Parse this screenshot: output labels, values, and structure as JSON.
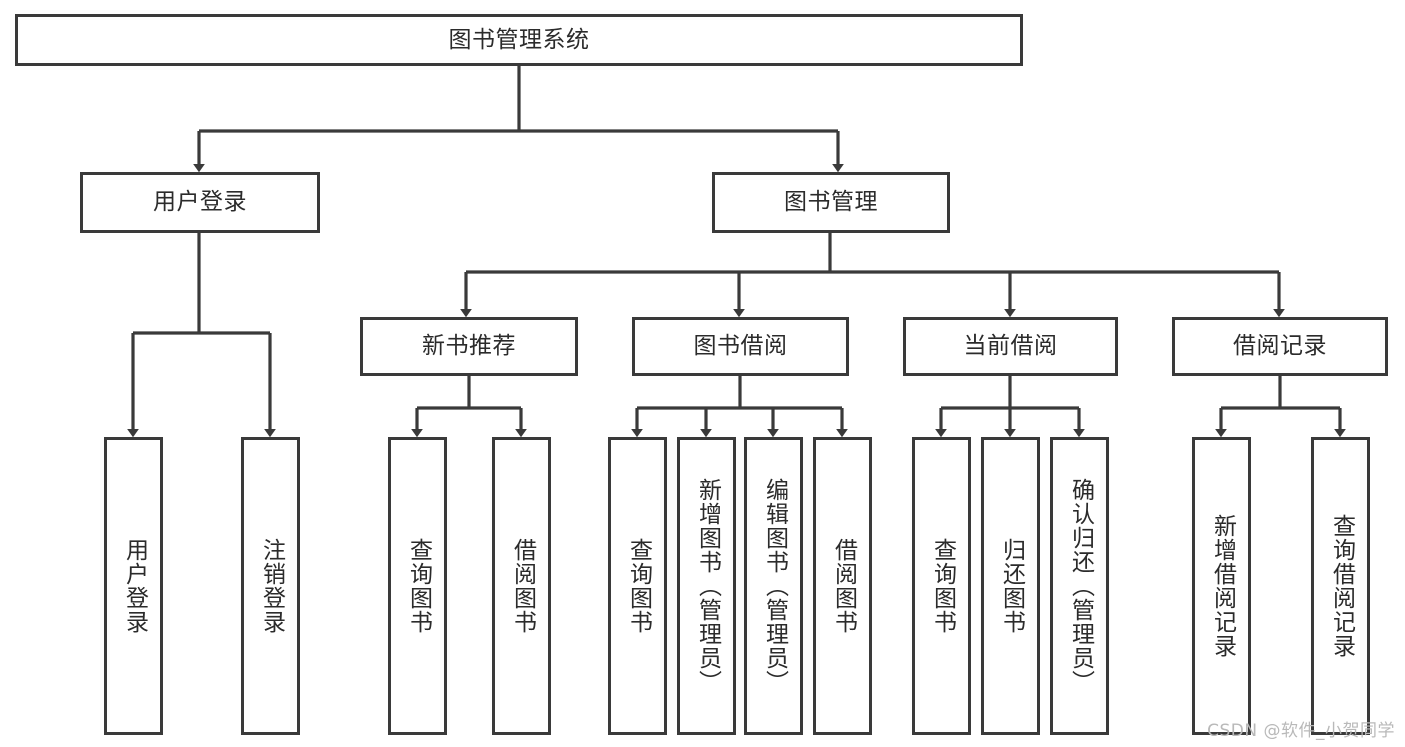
{
  "diagram": {
    "title_text": "图书管理系统",
    "root": {
      "label": "图书管理系统"
    },
    "level2": [
      {
        "label": "用户登录"
      },
      {
        "label": "图书管理"
      }
    ],
    "level3": [
      {
        "label": "新书推荐"
      },
      {
        "label": "图书借阅"
      },
      {
        "label": "当前借阅"
      },
      {
        "label": "借阅记录"
      }
    ],
    "leaves": [
      {
        "label": "用户登录"
      },
      {
        "label": "注销登录"
      },
      {
        "label": "查询图书"
      },
      {
        "label": "借阅图书"
      },
      {
        "label": "查询图书"
      },
      {
        "label": "新增图书（管理员）"
      },
      {
        "label": "编辑图书（管理员）"
      },
      {
        "label": "借阅图书"
      },
      {
        "label": "查询图书"
      },
      {
        "label": "归还图书"
      },
      {
        "label": "确认归还（管理员）"
      },
      {
        "label": "新增借阅记录"
      },
      {
        "label": "查询借阅记录"
      }
    ],
    "colors": {
      "stroke": "#3a3a3a",
      "text": "#2b2b2b",
      "background": "#ffffff",
      "watermark": "#b9b9b9"
    }
  },
  "watermark": {
    "text": "CSDN @软件_小贺同学"
  }
}
